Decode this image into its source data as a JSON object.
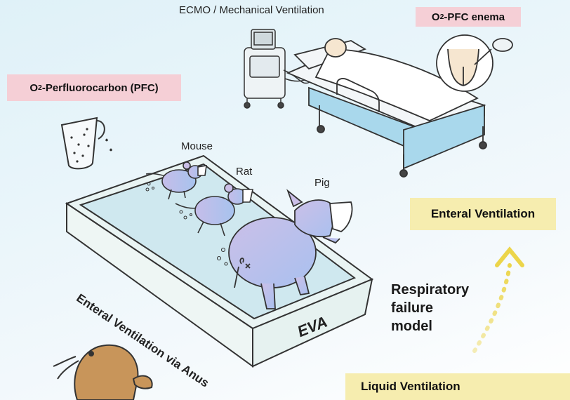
{
  "labels": {
    "ecmo": "ECMO / Mechanical Ventilation",
    "pfc_enema_prefix": "O",
    "pfc_enema_sub": "2",
    "pfc_enema_suffix": "-PFC enema",
    "perfluorocarbon_prefix": "O",
    "perfluorocarbon_sub": "2",
    "perfluorocarbon_suffix": "-Perfluorocarbon (PFC)",
    "mouse": "Mouse",
    "rat": "Rat",
    "pig": "Pig",
    "enteral_ventilation": "Enteral Ventilation",
    "respiratory_line1": "Respiratory",
    "respiratory_line2": "failure",
    "respiratory_line3": "model",
    "liquid_ventilation": "Liquid Ventilation",
    "tub_side": "Enteral Ventilation via Anus",
    "eva": "EVA"
  },
  "colors": {
    "pink_label": "#f5cfd6",
    "yellow_label": "#f6edaf",
    "animal_purple": "#c6bde8",
    "animal_blue": "#a8c3ee",
    "bed_blue": "#a9d8ec",
    "arrow_yellow": "#ecd54a",
    "loach_brown": "#c8955a"
  }
}
